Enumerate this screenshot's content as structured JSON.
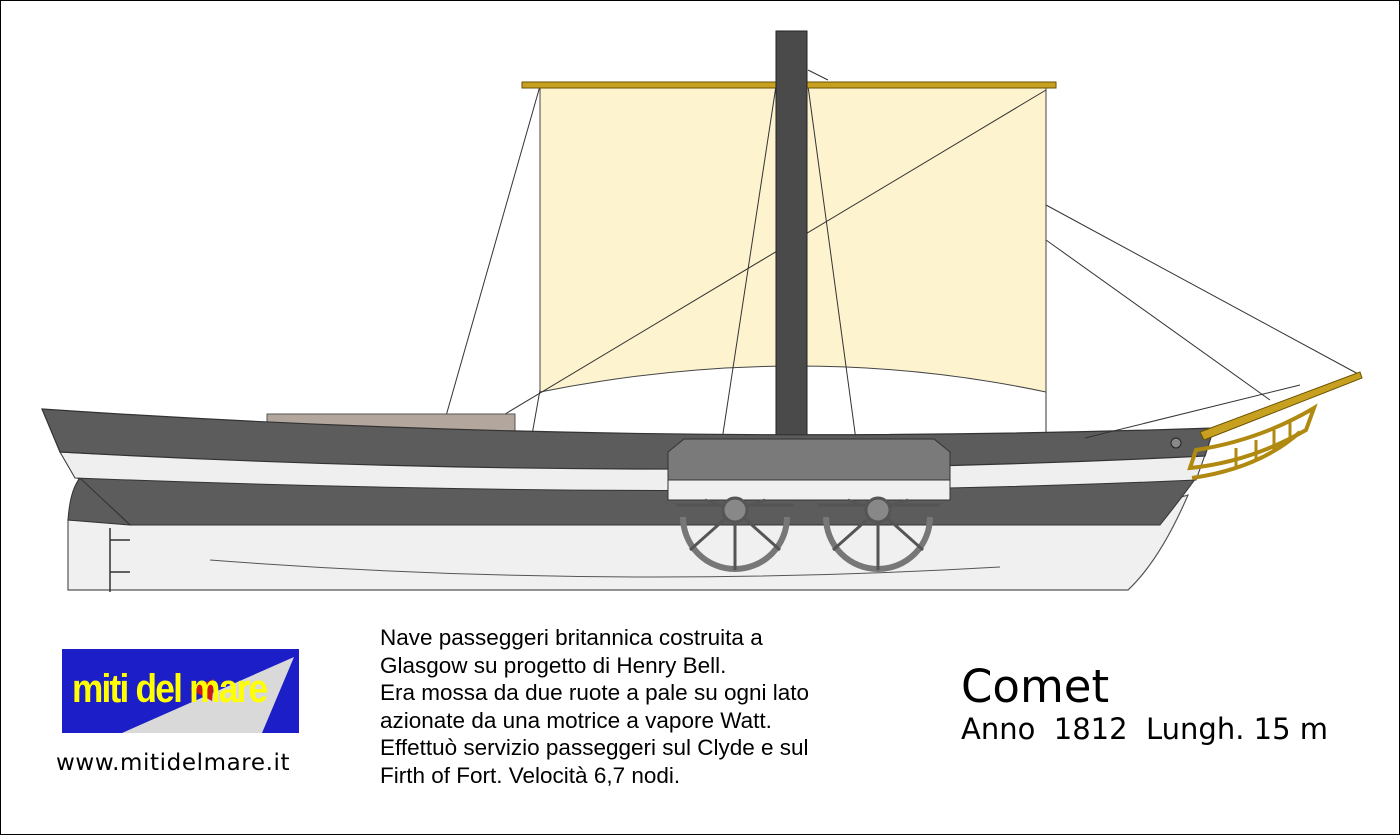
{
  "logo": {
    "text": "miti del mare"
  },
  "website": "www.mitidelmare.it",
  "description": [
    "Nave passeggeri britannica costruita a",
    "Glasgow su progetto di Henry Bell.",
    "Era mossa da due ruote a pale su ogni lato",
    "azionate da una motrice a vapore Watt.",
    "Effettuò servizio passeggeri sul Clyde e sul",
    "Firth of Fort.  Velocità 6,7 nodi."
  ],
  "ship": {
    "name": "Comet",
    "specs": "Anno  1812  Lungh. 15 m"
  },
  "colors": {
    "sail": "#fdf3cf",
    "funnel": "#4a4a4a",
    "hull_dark": "#5a5a5a",
    "hull_light": "#efefef",
    "yard": "#c8a020",
    "logo_bg": "#1c1ec8",
    "logo_text": "#ffff00"
  }
}
